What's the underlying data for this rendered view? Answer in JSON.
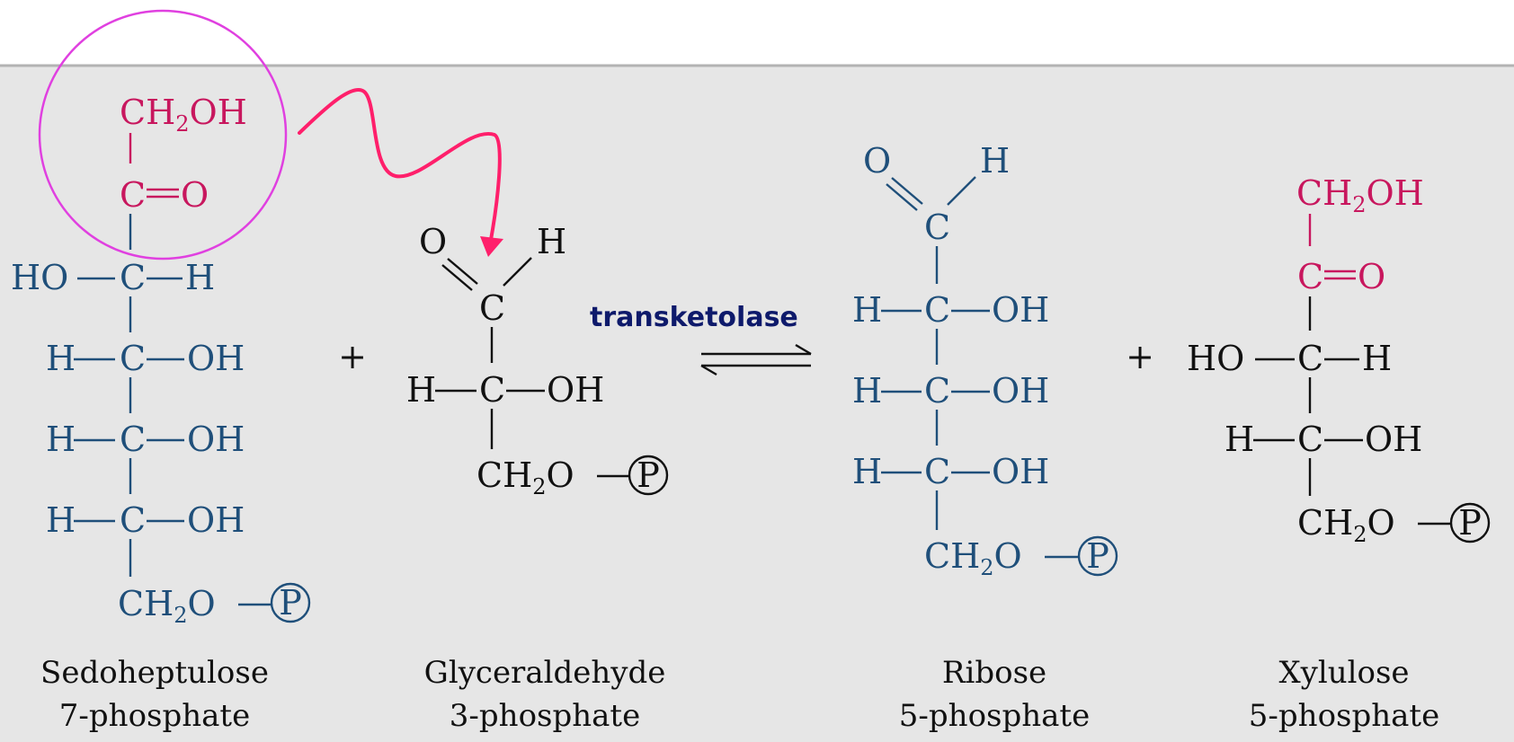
{
  "colors": {
    "background": "#e6e6e6",
    "top_band": "#ffffff",
    "divider": "#b3b3b3",
    "blue": "#1f4f7a",
    "magenta": "#c8175e",
    "black": "#111111",
    "enzyme": "#0e1a6b",
    "circle_highlight": "#e040e0",
    "transfer_arrow": "#ff1f6b"
  },
  "icons": {
    "highlight": "ellipse-highlight",
    "transfer": "squiggle-arrow",
    "equilibrium": "equilibrium-arrows",
    "phosphate": "circled-P"
  },
  "enzyme": "transketolase",
  "plus": "+",
  "atoms": {
    "CH2OH_main": "CH",
    "CH2OH_sub": "2",
    "CH2OH_tail": "OH",
    "CH2O_main": "CH",
    "CH2O_sub": "2",
    "CH2O_tail": "O",
    "C": "C",
    "O": "O",
    "H": "H",
    "OH": "OH",
    "HO": "HO",
    "P": "P"
  },
  "compounds": {
    "sedoheptulose": {
      "line1": "Sedoheptulose",
      "line2": "7-phosphate"
    },
    "glyceraldehyde": {
      "line1": "Glyceraldehyde",
      "line2": "3-phosphate"
    },
    "ribose": {
      "line1": "Ribose",
      "line2": "5-phosphate"
    },
    "xylulose": {
      "line1": "Xylulose",
      "line2": "5-phosphate"
    }
  }
}
